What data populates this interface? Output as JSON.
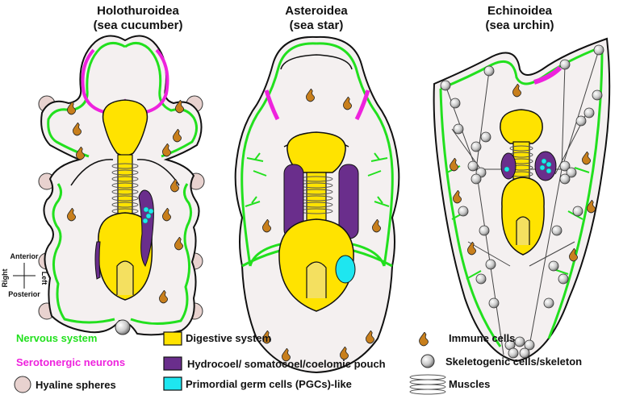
{
  "panels": [
    {
      "name": "Holothuroidea",
      "common": "(sea cucumber)"
    },
    {
      "name": "Asteroidea",
      "common": "(sea star)"
    },
    {
      "name": "Echinoidea",
      "common": "(sea urchin)"
    }
  ],
  "orientation": {
    "anterior": "Anterior",
    "posterior": "Posterior",
    "right": "Right",
    "left": "Left"
  },
  "legend": {
    "nervous": "Nervous system",
    "serotonergic": "Serotonergic neurons",
    "hyaline": "Hyaline spheres",
    "digestive": "Digestive system",
    "hydrocoel": "Hydrocoel/ somatocoel/coelomic pouch",
    "pgc": "Primordial germ cells (PGCs)-like",
    "immune": "Immune cells",
    "skeleto": "Skeletogenic cells/skeleton",
    "muscles": "Muscles"
  },
  "colors": {
    "nervous": "#22e01e",
    "serotonergic": "#ee22dd",
    "hyaline": "#e8d2cf",
    "digestive": "#ffe300",
    "hydrocoel": "#6a2e8c",
    "pgc": "#1ee6f0",
    "immune": "#c87f1c",
    "body": "#f4f0f0"
  }
}
